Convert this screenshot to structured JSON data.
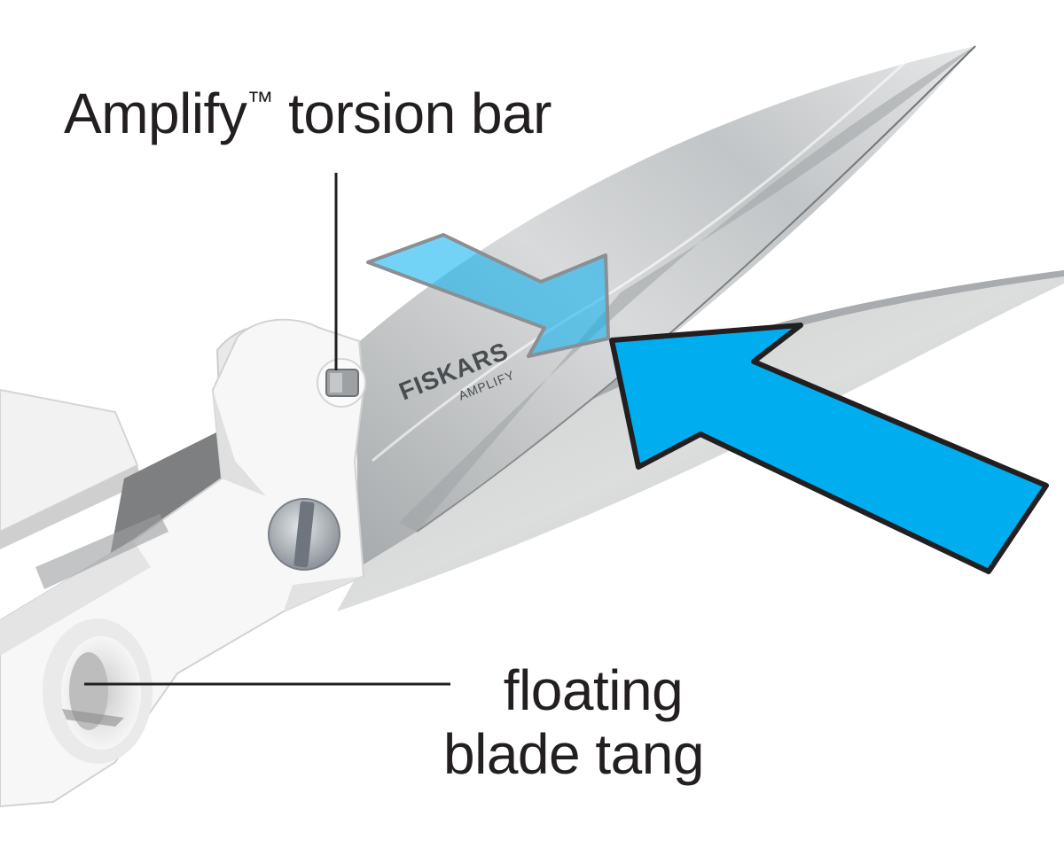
{
  "callouts": {
    "torsion_bar": {
      "name": "Amplify",
      "mark": "™",
      "rest": " torsion bar"
    },
    "blade_tang": {
      "line1": "floating",
      "line2": "blade tang"
    }
  },
  "blade_branding": {
    "brand": "FISKARS",
    "model": "AMPLIFY"
  },
  "colors": {
    "arrow_blue": "#00aeef",
    "arrow_outline": "#231f20",
    "handle_white": "#f7f7f7",
    "blade_steel": "#b9bcbe",
    "text": "#231f20"
  },
  "icons": [
    "cut-direction-arrow",
    "force-arrow",
    "torsion-bar-pin",
    "pivot-screw"
  ]
}
